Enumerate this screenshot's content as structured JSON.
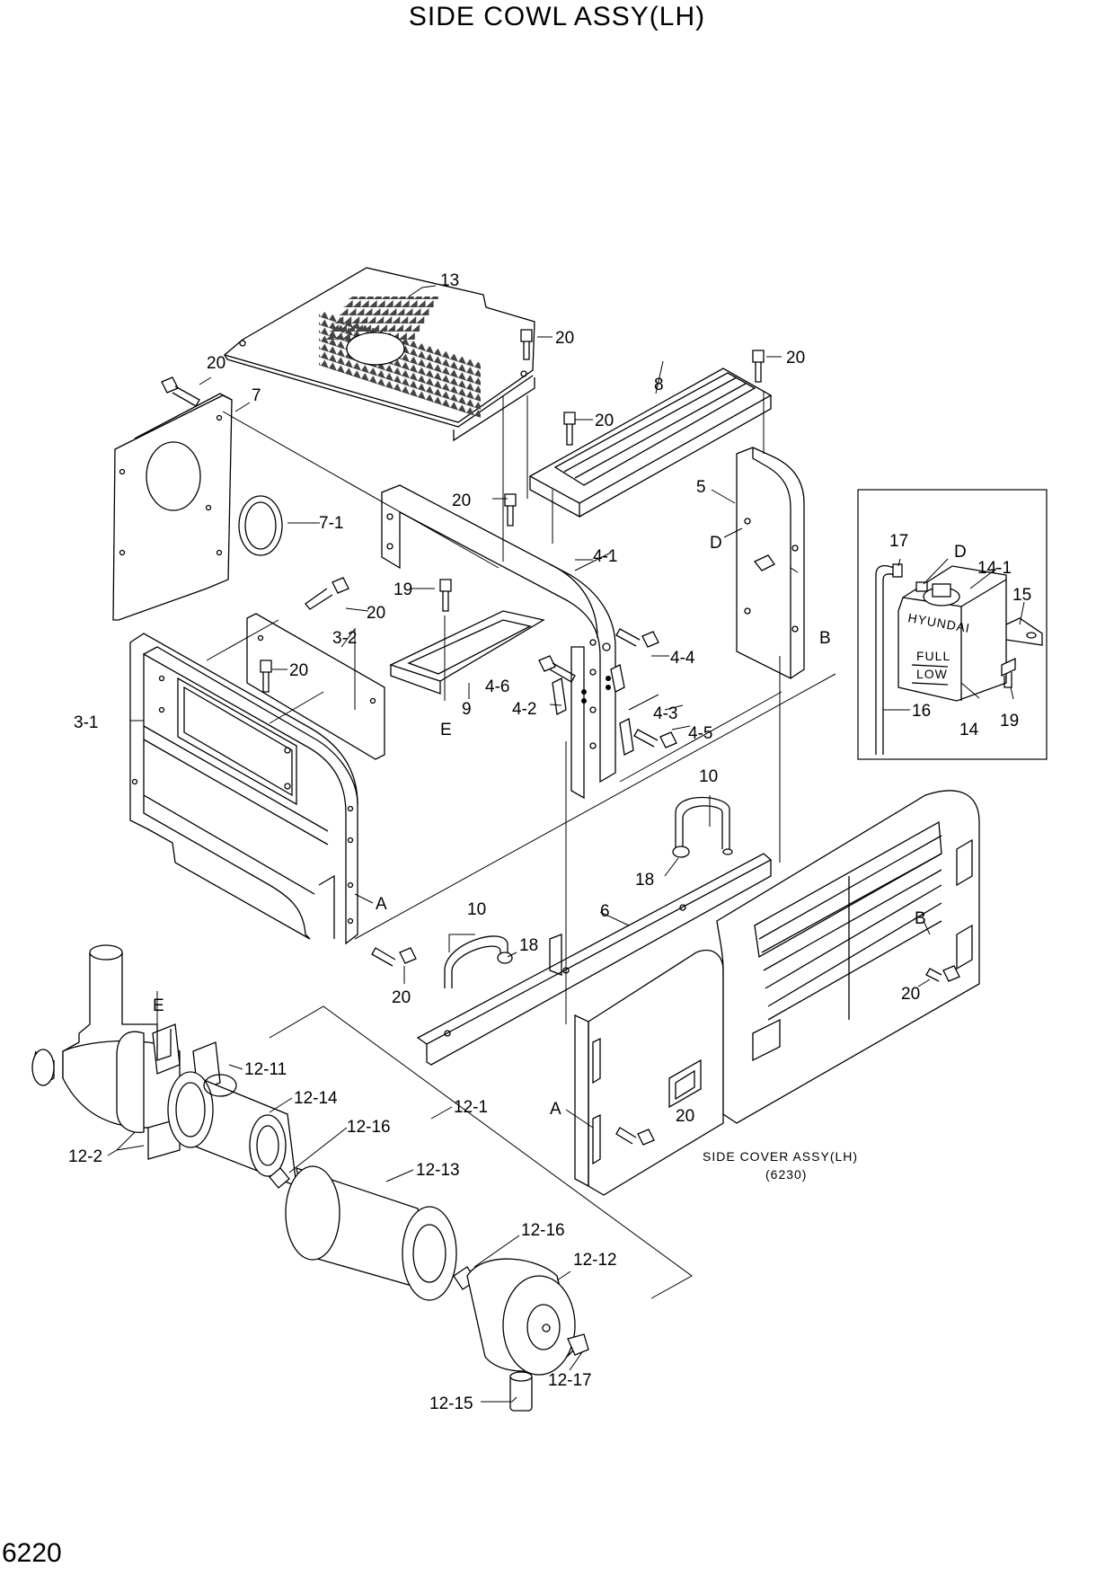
{
  "title": "SIDE COWL ASSY(LH)",
  "page_number": "6220",
  "inset_caption": {
    "name": "SIDE COVER ASSY(LH)",
    "ref": "(6230)"
  },
  "tank_markings": {
    "brand": "HYUNDAI",
    "full": "FULL",
    "low": "LOW"
  },
  "labels": {
    "l13": "13",
    "l20a": "20",
    "l20b": "20",
    "l20c": "20",
    "l20d": "20",
    "l20e": "20",
    "l20f": "20",
    "l20g": "20",
    "l20h": "20",
    "l20i": "20",
    "l20j": "20",
    "l7": "7",
    "l7_1": "7-1",
    "l8": "8",
    "l5": "5",
    "lD1": "D",
    "l4_1": "4-1",
    "l19a": "19",
    "l3_2": "3-2",
    "l3_1": "3-1",
    "lE1": "E",
    "l9": "9",
    "l4_6": "4-6",
    "l4_2": "4-2",
    "l4_4": "4-4",
    "l4_3": "4-3",
    "l4_5": "4-5",
    "lB1": "B",
    "l17": "17",
    "lD2": "D",
    "l14_1": "14-1",
    "l15": "15",
    "l16": "16",
    "l14": "14",
    "l19b": "19",
    "l10a": "10",
    "l18a": "18",
    "lA1": "A",
    "l10b": "10",
    "l18b": "18",
    "l6": "6",
    "lB2": "B",
    "lE2": "E",
    "l12_11": "12-11",
    "l12_14": "12-14",
    "l12_16a": "12-16",
    "l12_1": "12-1",
    "l12_2": "12-2",
    "lA2": "A",
    "l12_13": "12-13",
    "l12_16b": "12-16",
    "l12_12": "12-12",
    "l12_17": "12-17",
    "l12_15": "12-15"
  }
}
